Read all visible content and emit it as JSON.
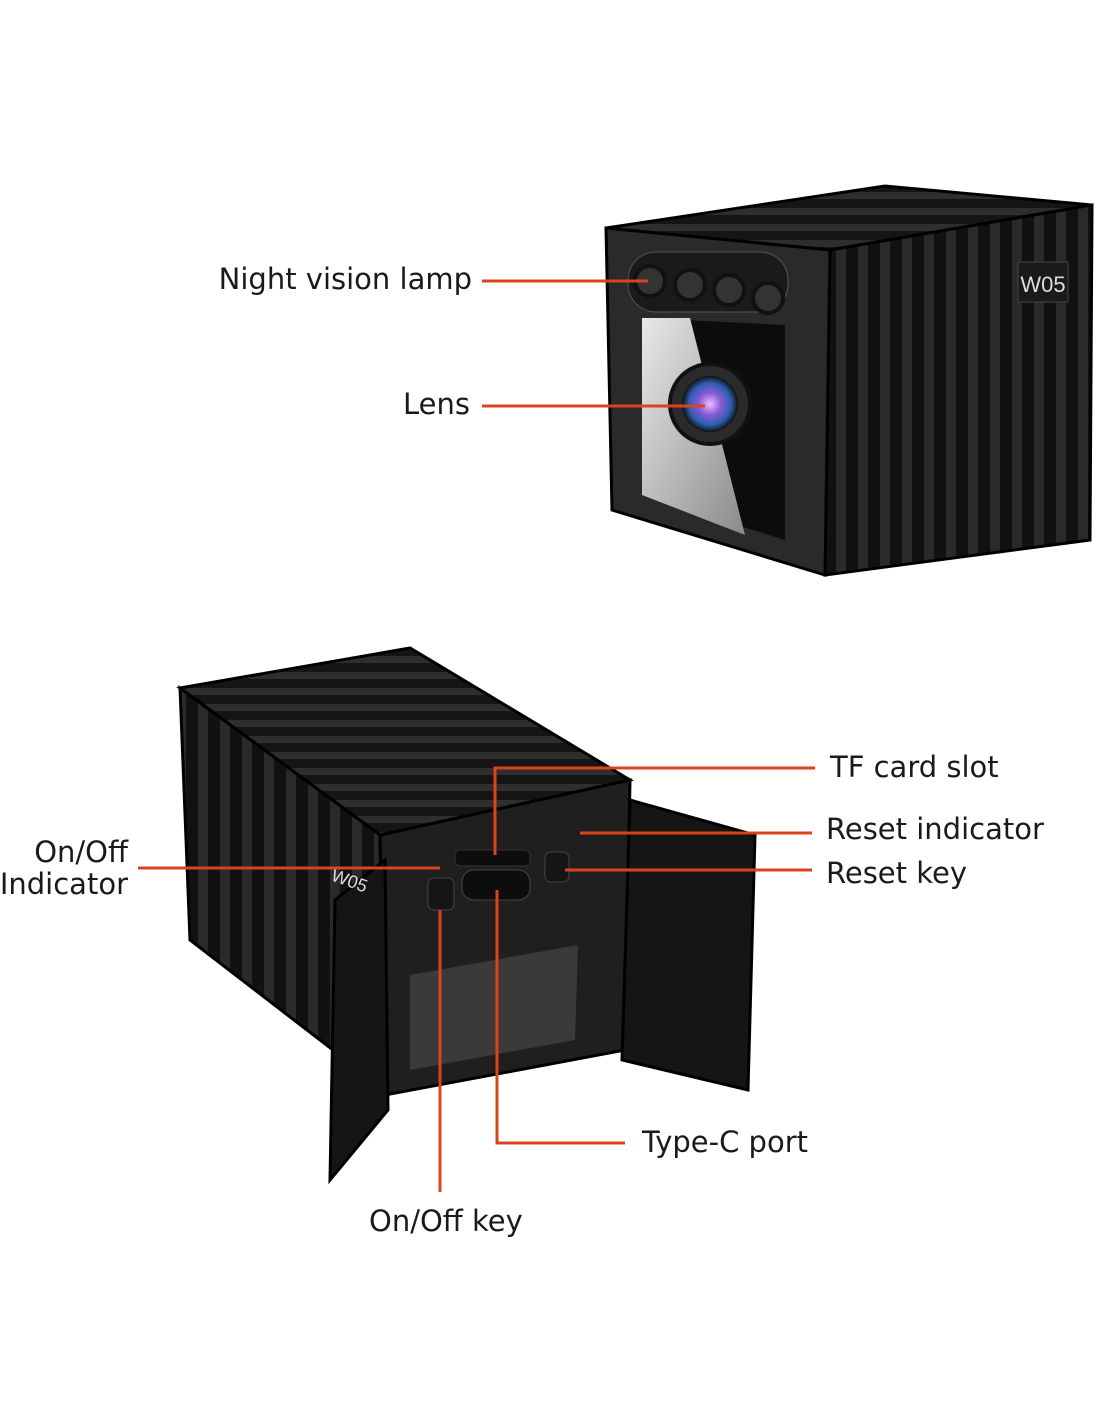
{
  "colors": {
    "callout_line": "#d9441c",
    "body": "#1c1c1c",
    "background": "#ffffff"
  },
  "front_view": {
    "model_badge": "W05",
    "callouts": {
      "night_vision_lamp": "Night vision lamp",
      "lens": "Lens"
    }
  },
  "back_view": {
    "model_badge": "W05",
    "callouts": {
      "tf_card_slot": "TF card slot",
      "reset_indicator": "Reset indicator",
      "reset_key": "Reset key",
      "on_off_indicator_line1": "On/Off",
      "on_off_indicator_line2": "Indicator",
      "type_c_port": "Type-C port",
      "on_off_key": "On/Off key"
    }
  }
}
